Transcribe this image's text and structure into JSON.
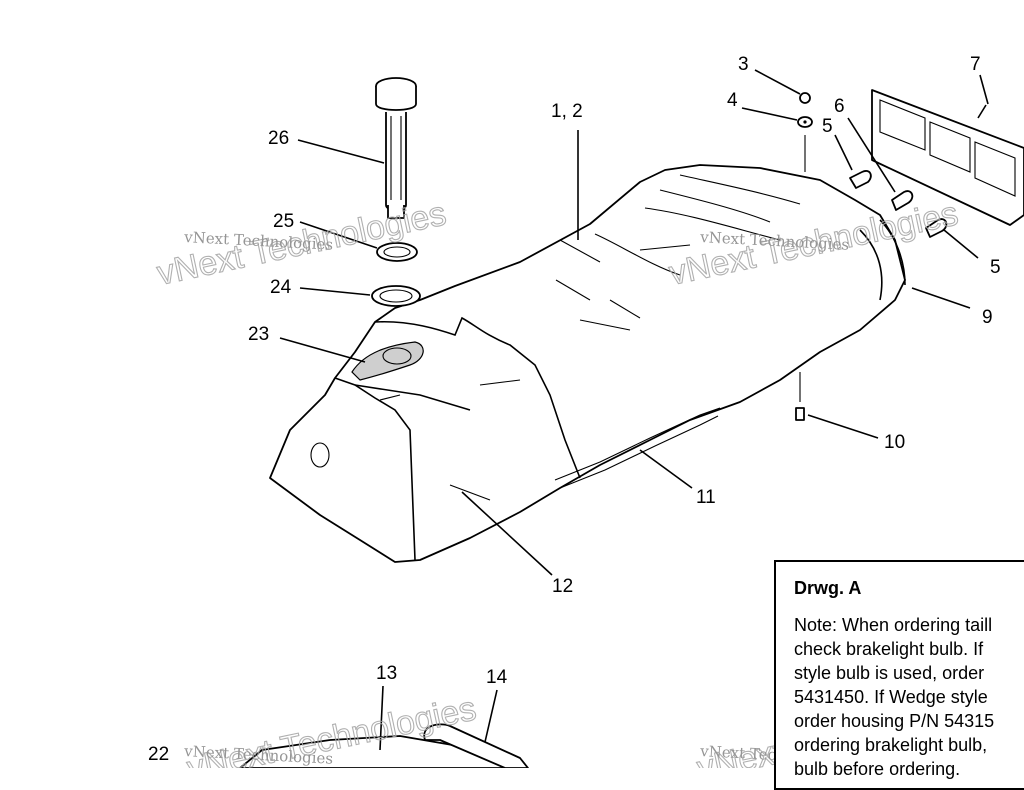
{
  "callouts": {
    "c26": "26",
    "c25": "25",
    "c24": "24",
    "c23": "23",
    "c12a": "1, 2",
    "c3": "3",
    "c4": "4",
    "c5a": "5",
    "c6": "6",
    "c7": "7",
    "c5b": "5",
    "c9": "9",
    "c10": "10",
    "c11": "11",
    "c12": "12",
    "c13": "13",
    "c14": "14",
    "c22": "22"
  },
  "watermark": {
    "small": "vNext Technologies",
    "big": "vNext Technologies"
  },
  "note": {
    "title": "Drwg. A",
    "lines": [
      "Note: When ordering taill",
      "check brakelight bulb.  If",
      "style bulb is  used, order",
      "5431450.  If Wedge style",
      "order housing P/N 54315",
      "ordering brakelight bulb,",
      "bulb before ordering."
    ]
  }
}
